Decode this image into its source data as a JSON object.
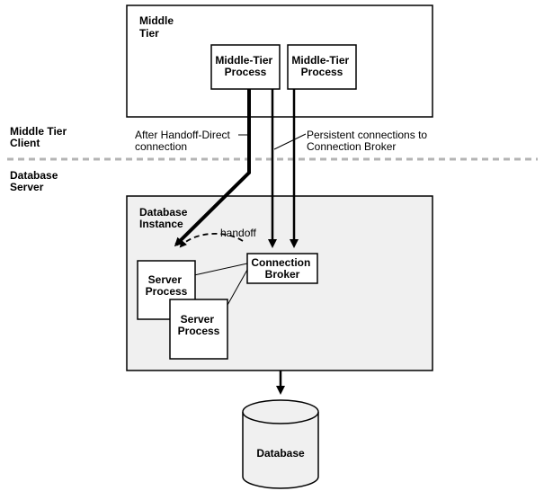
{
  "tiers": {
    "middle_tier": [
      "Middle",
      "Tier"
    ],
    "middle_tier_client": [
      "Middle Tier",
      "Client"
    ],
    "database_server": [
      "Database",
      "Server"
    ]
  },
  "middle_tier_processes": [
    [
      "Middle-Tier",
      "Process"
    ],
    [
      "Middle-Tier",
      "Process"
    ]
  ],
  "annotations": {
    "handoff_direct": [
      "After Handoff-Direct",
      "connection"
    ],
    "persistent": [
      "Persistent connections to",
      "Connection Broker"
    ],
    "handoff": "handoff"
  },
  "database_instance": [
    "Database",
    "Instance"
  ],
  "connection_broker": [
    "Connection",
    "Broker"
  ],
  "server_processes": [
    [
      "Server",
      "Process"
    ],
    [
      "Server",
      "Process"
    ]
  ],
  "database": "Database",
  "colors": {
    "instance_fill": "#f0f0f0",
    "separator": "#b4b4b4",
    "line": "#000000"
  }
}
